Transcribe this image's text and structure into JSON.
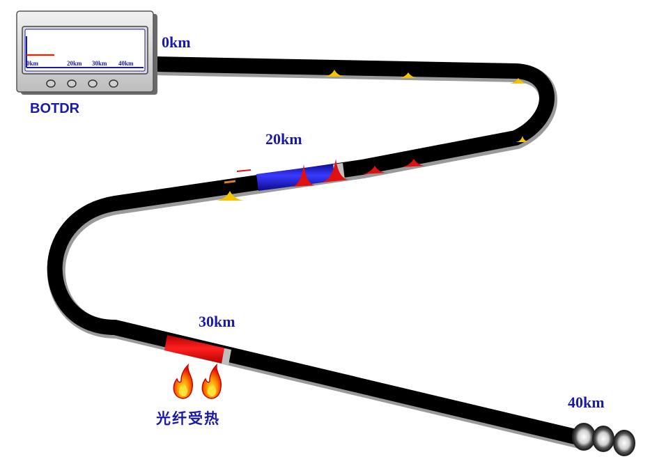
{
  "device": {
    "name": "BOTDR",
    "screen_ticks": [
      "0km",
      "20km",
      "30km",
      "40km"
    ],
    "trace_color": "#d03010"
  },
  "cable": {
    "labels": {
      "start": "0km",
      "mid": "20km",
      "hot": "30km",
      "end": "40km"
    },
    "cable_color": "#000000",
    "strain_section_color": "#1a1acc",
    "heated_section_color": "#e01010"
  },
  "annotation": {
    "heated_text": "光纤受热",
    "flame_icon": "flame-icon"
  }
}
